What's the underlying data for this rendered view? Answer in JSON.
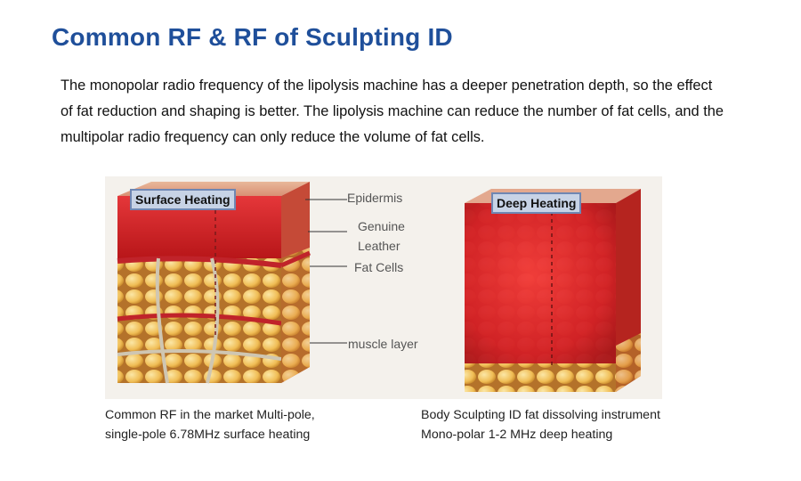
{
  "header": {
    "title": "Common RF & RF of Sculpting ID"
  },
  "intro": {
    "line1": "The monopolar radio frequency of the lipolysis machine has a deeper penetration depth, so the effect",
    "line2": "of fat reduction and shaping is better. The lipolysis machine can reduce the number of fat cells, and the",
    "line3": "multipolar radio frequency can only reduce the volume of fat cells."
  },
  "left_figure": {
    "heat_label": "Surface Heating",
    "layers": {
      "epidermis": "Epidermis",
      "genuine_1": "Genuine",
      "genuine_2": "Leather",
      "fat": "Fat Cells",
      "muscle": "muscle layer"
    },
    "caption_line1": "Common RF in the market Multi-pole,",
    "caption_line2": "single-pole 6.78MHz surface heating"
  },
  "right_figure": {
    "heat_label": "Deep Heating",
    "caption_line1": "Body Sculpting ID fat dissolving instrument",
    "caption_line2": "Mono-polar 1-2 MHz deep heating"
  },
  "colors": {
    "title_blue": "#1f4f9a",
    "heat_red": "#d21e25",
    "fat_yellow": "#f2c25f"
  }
}
